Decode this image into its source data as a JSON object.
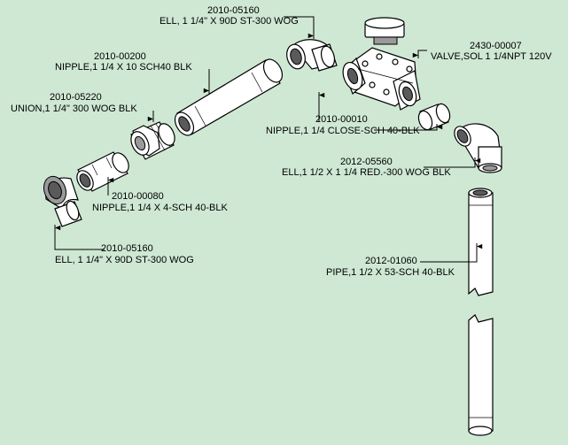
{
  "background_color": "#cfe8d4",
  "callouts": [
    {
      "id": "ell-top",
      "part_number": "2010-05160",
      "description": "ELL, 1 1/4\" X 90D ST-300 WOG"
    },
    {
      "id": "nipple-10",
      "part_number": "2010-00200",
      "description": "NIPPLE,1  1/4 X 10 SCH40 BLK"
    },
    {
      "id": "valve",
      "part_number": "2430-00007",
      "description": "VALVE,SOL 1 1/4NPT 120V"
    },
    {
      "id": "union",
      "part_number": "2010-05220",
      "description": "UNION,1 1/4\" 300 WOG BLK"
    },
    {
      "id": "nipple-close",
      "part_number": "2010-00010",
      "description": "NIPPLE,1 1/4 CLOSE-SCH 40-BLK"
    },
    {
      "id": "reducer-ell",
      "part_number": "2012-05560",
      "description": "ELL,1 1/2 X 1 1/4 RED.-300 WOG BLK"
    },
    {
      "id": "nipple-4",
      "part_number": "2010-00080",
      "description": "NIPPLE,1 1/4 X 4-SCH 40-BLK"
    },
    {
      "id": "ell-bottom",
      "part_number": "2010-05160",
      "description": "ELL, 1 1/4\" X 90D ST-300 WOG"
    },
    {
      "id": "pipe-53",
      "part_number": "2012-01060",
      "description": "PIPE,1 1/2 X 53-SCH 40-BLK"
    }
  ]
}
